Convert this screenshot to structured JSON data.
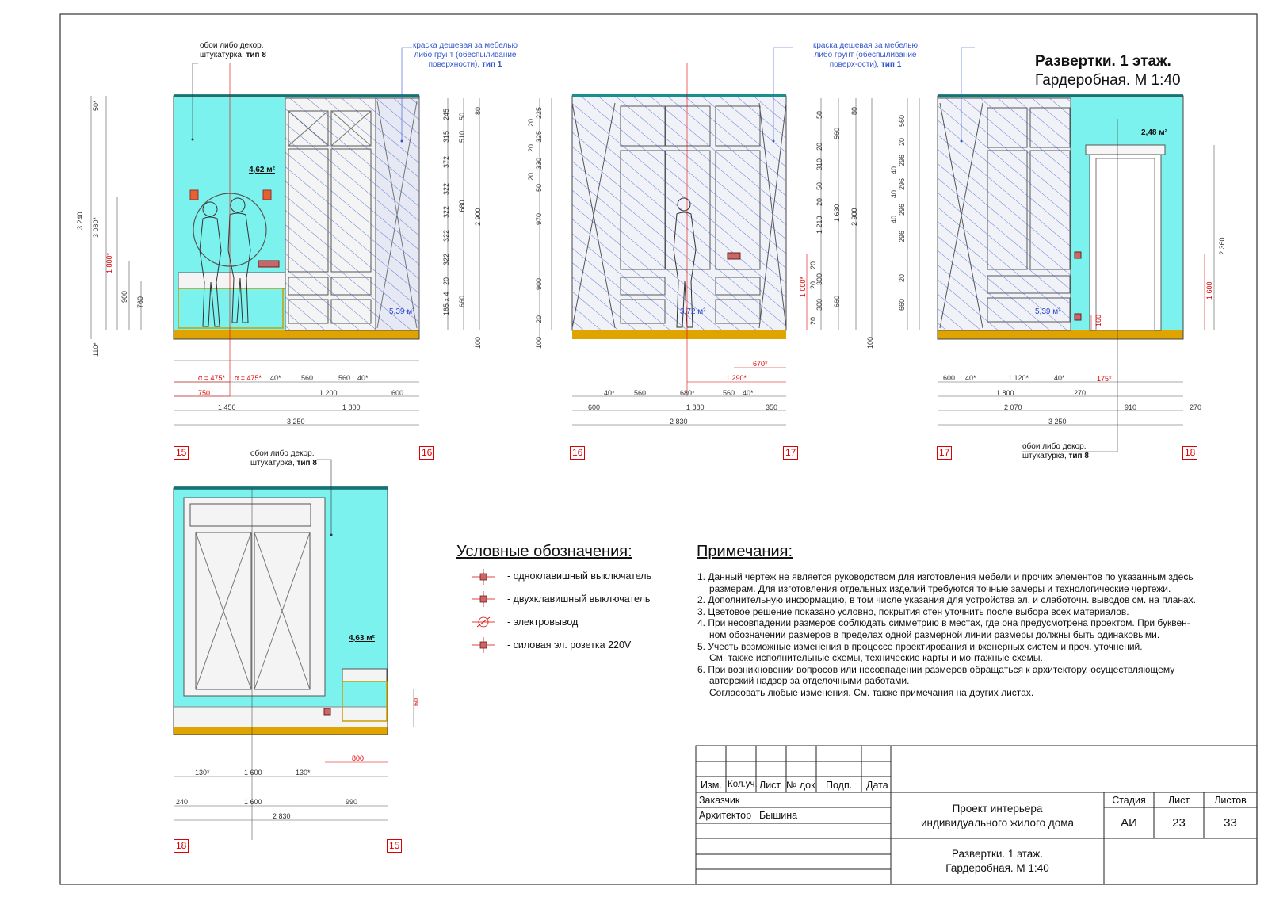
{
  "sheet_title": {
    "line1": "Развертки. 1 этаж.",
    "line2": "Гардеробная. М 1:40"
  },
  "callouts": {
    "wallpaper": {
      "line1": "обои либо декор.",
      "line2": "штукатурка, ",
      "type": "тип 8"
    },
    "paint": {
      "line1": "краска дешевая за мебелью",
      "line2": "либо грунт (обеспыливание",
      "line2b": "либо грунт (обеспыливание",
      "line3": "поверхности), ",
      "line3b": "поверх-ости), ",
      "type": "тип 1"
    }
  },
  "areas": {
    "a1": "4,62 м²",
    "a2": "5,39 м²",
    "a3": "3,72 м²",
    "a4": "2,48 м²",
    "a5": "5,39 м²",
    "a6": "4,63 м²"
  },
  "axes": [
    "15",
    "16",
    "16",
    "17",
    "17",
    "18",
    "18",
    "15"
  ],
  "dims": {
    "e1_bottom": [
      "750",
      "1 450",
      "3 250",
      "560",
      "560",
      "40*",
      "1 200",
      "600",
      "1 800",
      "40*"
    ],
    "e1_red": [
      "α = 475*",
      "α = 475*"
    ],
    "e1_left": [
      "50*",
      "3 240",
      "3 080*",
      "1 800*",
      "900",
      "760",
      "110*"
    ],
    "e1_right": [
      "245",
      "315",
      "372",
      "322",
      "322",
      "322",
      "322",
      "20",
      "165 x 4",
      "50",
      "510",
      "1 680",
      "660",
      "80",
      "2 900",
      "100"
    ],
    "e2_bottom": [
      "40*",
      "560",
      "680*",
      "560",
      "40*",
      "600",
      "1 880",
      "350",
      "2 830",
      "1 290*",
      "670*"
    ],
    "e2_left": [
      "20",
      "225",
      "20",
      "325",
      "20",
      "330",
      "50",
      "970",
      "900",
      "20",
      "100"
    ],
    "e2_right": [
      "50",
      "560",
      "20",
      "310",
      "50",
      "20",
      "1 210",
      "1 630",
      "20",
      "300",
      "20",
      "300",
      "20",
      "660",
      "80",
      "2 900",
      "100",
      "1 000*"
    ],
    "e3_bottom": [
      "600",
      "40*",
      "1 120*",
      "40*",
      "1 800",
      "270",
      "175*",
      "2 070",
      "910",
      "270",
      "3 250"
    ],
    "e3_left": [
      "560",
      "20",
      "296",
      "40",
      "296",
      "40",
      "296",
      "40",
      "296",
      "20",
      "660"
    ],
    "e3_right": [
      "2 360",
      "1 600",
      "160"
    ],
    "e4_bottom": [
      "130*",
      "1 600",
      "130*",
      "800",
      "240",
      "1 600",
      "990",
      "2 830"
    ],
    "e4_right": [
      "160"
    ]
  },
  "legend": {
    "title": "Условные обозначения:",
    "items": [
      "- одноклавишный выключатель",
      "- двухклавишный выключатель",
      "- электровывод",
      "- силовая эл. розетка 220V"
    ]
  },
  "notes": {
    "title": "Примечания:",
    "items": [
      "1. Данный чертеж не является руководством для изготовления мебели и прочих элементов по указанным здесь",
      "размерам. Для изготовления отдельных изделий требуются точные замеры и технологические чертежи.",
      "2. Дополнительную информацию, в том числе указания для устройства эл. и слаботочн. выводов см. на планах.",
      "3. Цветовое решение показано условно, покрытия стен уточнить после выбора всех материалов.",
      "4. При несовпадении размеров соблюдать симметрию в местах, где она предусмотрена проектом. При буквен-",
      "ном обозначении размеров в пределах одной размерной линии размеры должны быть одинаковыми.",
      "5. Учесть возможные изменения в процессе проектирования инженерных систем и проч. уточнений.",
      "См. также исполнительные схемы, технические карты и монтажные схемы.",
      "6. При возникновении вопросов или несовпадении размеров обращаться к архитектору, осуществляющему",
      "авторский надзор за отделочными работами.",
      "Согласовать любые изменения. См. также примечания на других листах."
    ]
  },
  "title_block": {
    "headers": [
      "Изм.",
      "Кол.уч.",
      "Лист",
      "№ док",
      "Подп.",
      "Дата"
    ],
    "customer_label": "Заказчик",
    "architect_label": "Архитектор",
    "architect_name": "Бышина",
    "project_line1": "Проект интерьера",
    "project_line2": "индивидуального жилого дома",
    "stage_label": "Стадия",
    "sheet_label": "Лист",
    "sheets_label": "Листов",
    "stage": "АИ",
    "sheet": "23",
    "sheets": "33",
    "drawing_line1": "Развертки. 1 этаж.",
    "drawing_line2": "Гардеробная. М 1:40"
  },
  "colors": {
    "wall": "#7cf2ee",
    "floor": "#e0a400",
    "cornice": "#1a8f8f",
    "hatch": "#3355cc",
    "red": "#dd0000"
  }
}
